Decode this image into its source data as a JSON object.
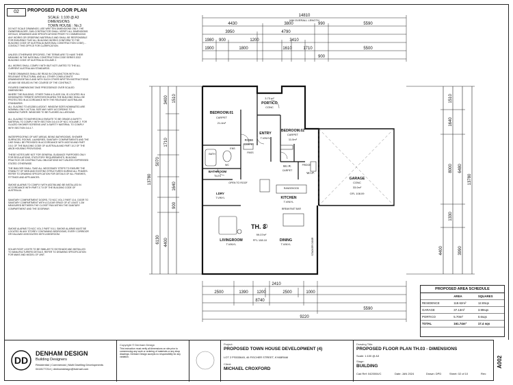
{
  "sheet_badge": "02",
  "sheet_title": "PROPOSED FLOOR PLAN",
  "meta": [
    "SCALE: 1:100 @ A3",
    "DIMENSIONS",
    "TOWN HOUSE : No.3"
  ],
  "notes": [
    "DO NOT SCALE DRAWINGS, USE WRITTEN DIMENSIONS ONLY. THE OWNER/BUILDER, SUB-CONTRACTOR SHALL VERIFY ALL DIMENSIONS. DETAILS, DRAWINGS AND SPECIFICATIONS PRIOR TO COMMENCING ANY WORKS OR ORDERING MATERIALS AND SHALL BE RESPONSIBLE FOR ENSURING THAT ALL BUILDING WORKS CONFORM TO THE BUILDING CODE OF AUSTRALIA (NATIONAL CONSTRUCTION CODE) ... CONTACT THIS OFFICE FOR CLARIFICATION.",
    "UNLESS OTHERWISE SPECIFIED, THE TERMS ARE TO HAVE THEIR MEANING IN THE NATIONAL CONSTRUCTION CODE SERIES 2022 BUILDING CODE OF AUSTRALIA VOLUME 2.",
    "ALL WORKS SHALL COMPLY WITH BUT NOT LIMITED TO THE ALL CURRENT AUSTRALIAN STANDARDS.",
    "THESE DRAWINGS SHALL BE READ IN CONJUNCTION WITH ALL RELEVANT STRUCTURAL AND ALL OTHER CONSULTANTS' DRAWINGS/DETAILS AND WITH SUCH OTHER WRITTEN INSTRUCTIONS AS MAY BE ISSUED IN THE COURSE OF THE CONTRACT.",
    "FIGURED DIMENSIONS TAKE PRECEDENCE OVER SCALED DIMENSIONS.",
    "WHERE THE BUILDING, OTHER THAN A CLASS 10A, IS LOCATED IN A DESIGNATED TERMITE INFESTATION AREA THE BUILDING SHALL BE PROTECTED IN ACCORDANCE WITH THE RELEVANT AUSTRALIAN STANDARDS.",
    "ALL GLAZING TO AS1288 & AS2047. WINDOW SIZES NOMINATED ARE NOMINAL ONLY. ACTUAL SIZE MAY VARY ACCORDING TO MANUFACTURER. WINDOWS TO BE FLASHED ALL AROUND.",
    "ALL GLAZING TO BATHROOM & ENSUITE TO BE GRADE A SAFETY MATERIAL TO COMPLY WITH SECTION 3.6.4.5 OF NCC VOLUME 2. FOR GLAZED SHOWER SCREENS UNIT A SAFETY MATERIAL TO COMPLY WITH SECTION 3.6.4.7.",
    "WATERPROOFING OF WET AREAS, BEING BATHROOMS, SHOWER SURFACES, ROOMS, LAUNDRIES, SANITARY COMPARTMENTS AND THE LIKE SHALL BE PROVIDED IN ACCORDANCE WITH AS3740 AND PART 3.8.1 OF THE BUILDING CODE OF AUSTRALIA AND PART 10.2 OF THE ABCB HOUSING PROVISIONS.",
    "THESE NOTES ARE NOT FOR GENERAL GUIDANCE PURPOSES ONLY FOR REGULATIONS, STATUTORY REQUIREMENTS, BUILDING PRACTICE OR CONTRACTUAL OBLIGATIONS NOT UNLESS EXPRESSED STATED OTHERWISE.",
    "THE BUILDER SHALL TAKE ALL NECESSARY STEPS TO ENSURE THE STABILITY OF NEW AND EXISTING STRUCTURES DURING ALL PHASES. REFER TO DRAWING SPECIFICATION FOR DETAILS OF ALL FINISHES, FITTINGS AND APPLIANCES.",
    "SMOKE ALARMS TO COMPLY WITH AS3786 AND BE INSTALLED IN ACCORDANCE WITH PART 3.7.5 OF THE BUILDING CODE OF AUSTRALIA.",
    "SANITARY COMPARTMENT DOORS, TO NCC VOL 2 PART 10.4. DOOR TO SANITARY COMPARTMENT WITH A CLEAR SPACE OF AT LEAST 1.2M MEASURED BETWEEN THE CLOSET PAN WITHIN THE SANITARY COMPARTMENT AND THE DOORWAY.",
    "SMOKE ALARMS TO NCC VOL 2 PART 9.5.1. SMOKE ALARMS MUST BE LOCATED IN ANY STOREY CONTAINING BEDROOMS, EVERY CORRIDOR OR HALLWAY ASSOCIATED WITH A BEDROOM.",
    "SOLAR ROOF LIGHTS TO BE SIMILAR TO SKYSHADE AND INSTALLED TO MANUFACTURERS DETAILS. REFER TO DRAWING SPECIFICATION FOR MAKE AND MODEL OF UNIT."
  ],
  "plan": {
    "top_overall": "MM OVERALL LENGTH",
    "dims_top": [
      "14810",
      "4430",
      "3800",
      "990",
      "5590",
      "3950",
      "4790",
      "1980",
      "900",
      "1200",
      "3410",
      "5500",
      "1900",
      "1800",
      "1610",
      "1710",
      "900"
    ],
    "dims_bottom": [
      "2410",
      "2500",
      "1390",
      "1200",
      "2500",
      "1000",
      "8740",
      "5590",
      "9220"
    ],
    "dims_left": [
      "13780",
      "3400",
      "1710",
      "5070",
      "1640",
      "900",
      "4400",
      "6130",
      "1510"
    ],
    "dims_right": [
      "13780",
      "1510",
      "1640",
      "6480",
      "8000",
      "1330",
      "4400",
      "3990"
    ],
    "rooms": [
      {
        "name": "BEDROOM.01",
        "finish": "CARPET",
        "area": "21.4m²"
      },
      {
        "name": "PORTICO",
        "finish": "CONC",
        "area": "3.73 m²"
      },
      {
        "name": "ENTRY",
        "finish": "T.VINYL",
        "area": ""
      },
      {
        "name": "BEDROOM.02",
        "finish": "CARPET",
        "area": "11.0m²"
      },
      {
        "name": "ROBE",
        "finish": "CARPET",
        "area": ""
      },
      {
        "name": "W.I.R.",
        "finish": "CARPET",
        "area": ""
      },
      {
        "name": "W.I.P.",
        "finish": "",
        "area": ""
      },
      {
        "name": "BATHROOM",
        "finish": "TILES",
        "area": ""
      },
      {
        "name": "GARAGE",
        "finish": "CONC",
        "area": "33.0m²"
      },
      {
        "name": "LDRY",
        "finish": "T.VINYL",
        "area": ""
      },
      {
        "name": "KITCHEN",
        "finish": "T.VINYL",
        "area": ""
      },
      {
        "name": "LIVINGROOM",
        "finish": "T.VINYL",
        "area": ""
      },
      {
        "name": "DINING",
        "finish": "T.VINYL",
        "area": ""
      }
    ],
    "unit_label": "TH. 3",
    "unit_area": "99.07m²",
    "ffl": "FFL 108.10",
    "garage_ffl": "GFL 108.09",
    "misc_labels": [
      "BATH",
      "WC",
      "ENS",
      "PASS",
      "GARAGE",
      "OPEN TO ROOF",
      "RANGEHOOD",
      "BREAKFAST BAR",
      "STACKER DOOR",
      "FRIDGE"
    ]
  },
  "schedule": {
    "title": "PROPOSED AREA SCHEDULE",
    "columns": [
      "",
      "AREA",
      "SQUARES"
    ],
    "rows": [
      [
        "RESIDENCE",
        "118.62m²",
        "12.8Sqs"
      ],
      [
        "GARAGE",
        "37.13m²",
        "3.99sqs"
      ],
      [
        "PORTICO",
        "5.70m²",
        "0.6sqs"
      ],
      [
        "TOTAL",
        "161.74m²",
        "17.4 sqs"
      ]
    ]
  },
  "titleblock": {
    "company": "DENHAM DESIGN",
    "company_sub": "Building Designers",
    "company_line": "Residential | Commercial | Multi Dwelling Developments",
    "company_contact": "0418177214 | denhamdesign@hotmail.com",
    "copyright_label": "Copyright © Denham Design",
    "copyright_text": "This instruction must verify all dimensions on site prior to commencing any work or ordering of materials or any shop drawings. Denham Design accepts no responsibility for any variation.",
    "client_label": "Client:",
    "client": "MICHAEL CROXFORD",
    "project_label": "Project:",
    "project": "PROPOSED TOWN HOUSE DEVELOPMENT (4)",
    "address": "LOT 2 PS533645, 46 FISCHER STREET, KYABRAM",
    "drawing_label": "Drawing Title:",
    "drawing": "PROPOSED FLOOR PLAN TH.03 - DIMENSIONS",
    "scale": "Scale: 1:100 @ A3",
    "stage_label": "Stage:",
    "stage": "BUILDING",
    "cad_ref": "Cad Ref: 0420004/C",
    "date": "Date: JAN 2024",
    "drawn": "Drawn: DPD",
    "sheet": "Sheet: 02 of 10",
    "rev": "Rev:",
    "number": "A002"
  }
}
